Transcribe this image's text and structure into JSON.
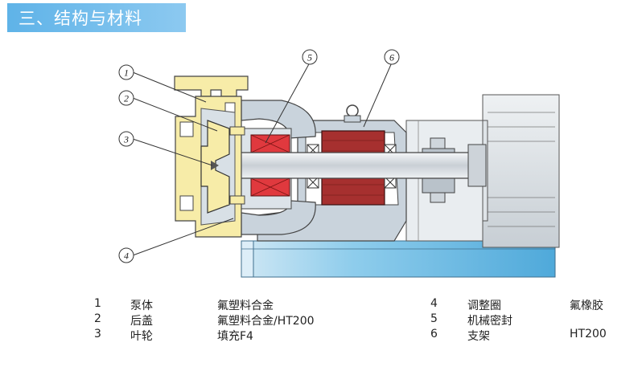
{
  "section_title": "三、结构与材料",
  "callouts": [
    "1",
    "2",
    "3",
    "4",
    "5",
    "6"
  ],
  "parts": [
    {
      "no": "1",
      "name": "泵体",
      "material": "氟塑料合金"
    },
    {
      "no": "2",
      "name": "后盖",
      "material": "氟塑料合金/HT200"
    },
    {
      "no": "3",
      "name": "叶轮",
      "material": "填充F4"
    },
    {
      "no": "4",
      "name": "调整圈",
      "material": "氟橡胶"
    },
    {
      "no": "5",
      "name": "机械密封",
      "material": ""
    },
    {
      "no": "6",
      "name": "支架",
      "material": "HT200"
    }
  ],
  "colors": {
    "banner": "#6cb9ec",
    "pump_body": "#f7eca8",
    "casing": "#c9d3dc",
    "seal": "#e0393e",
    "rotor": "#a6302f",
    "base": "#63b8e2",
    "shaft": "#dfe3e7"
  }
}
